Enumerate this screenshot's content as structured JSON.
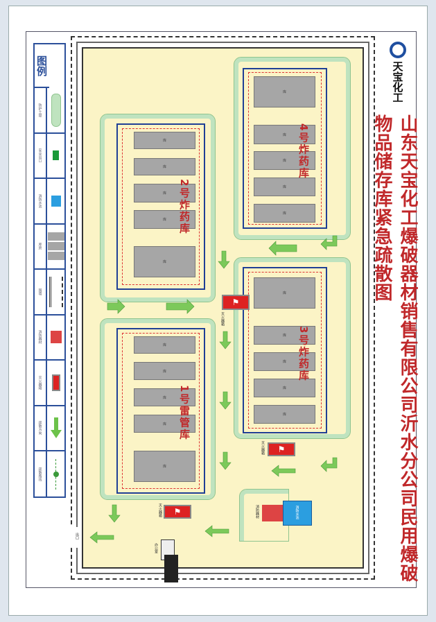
{
  "title": "山东天宝化工爆破器材销售有限公司沂水分公司民用爆破物品储存库紧急疏散图",
  "logo": {
    "text": "天宝化工"
  },
  "legend": {
    "header": "图例",
    "items": [
      {
        "label": "防护土堤",
        "icon": "berm-icon"
      },
      {
        "label": "安全出口",
        "icon": "exit-sign-icon"
      },
      {
        "label": "消防水池",
        "icon": "water-pool-icon"
      },
      {
        "label": "库房",
        "icon": "storage-cell-icon"
      },
      {
        "label": "围墙",
        "icon": "wall-icon"
      },
      {
        "label": "消防器材",
        "icon": "fire-equipment-icon"
      },
      {
        "label": "灭火器箱",
        "icon": "fire-extinguisher-icon"
      },
      {
        "label": "疏散方向",
        "icon": "arrow-icon"
      },
      {
        "label": "疏散路线",
        "icon": "route-icon"
      }
    ]
  },
  "warehouses": [
    {
      "name": "4号炸药库",
      "cell_label": "库"
    },
    {
      "name": "3号炸药库",
      "cell_label": "库"
    },
    {
      "name": "2号炸药库",
      "cell_label": "库"
    },
    {
      "name": "1号雷管库",
      "cell_label": "库"
    }
  ],
  "map": {
    "extinguisher_label": "灭火器箱",
    "pool_label": "消防水池",
    "equipment_label": "消防器材",
    "office_label": "办公室",
    "exit_label": "出口"
  },
  "colors": {
    "title": "#c0282a",
    "border": "#2b4f9a",
    "arrow": "#6cc24a",
    "site": "#fbf4c6"
  }
}
